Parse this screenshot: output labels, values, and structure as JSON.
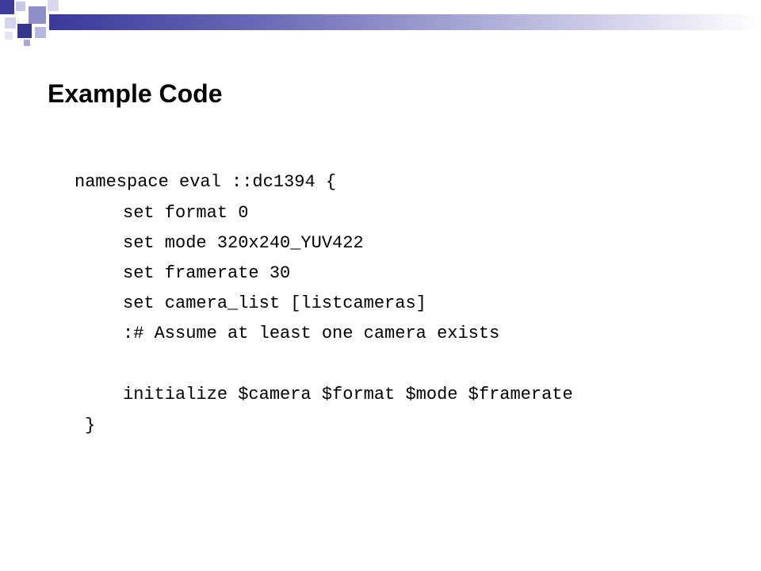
{
  "slide": {
    "title": "Example Code",
    "code_lines": [
      "namespace eval ::dc1394 {",
      "set format 0",
      "set mode 320x240_YUV422",
      "set framerate 30",
      "set camera_list [listcameras]",
      ":# Assume at least one camera exists",
      "initialize $camera $format $mode $framerate",
      "}"
    ]
  },
  "theme": {
    "title_color": "#000000",
    "code_color": "#000000",
    "accent_dark": "#39399a",
    "accent_mid": "#9c9cd0",
    "accent_light": "#d9d9ee"
  }
}
